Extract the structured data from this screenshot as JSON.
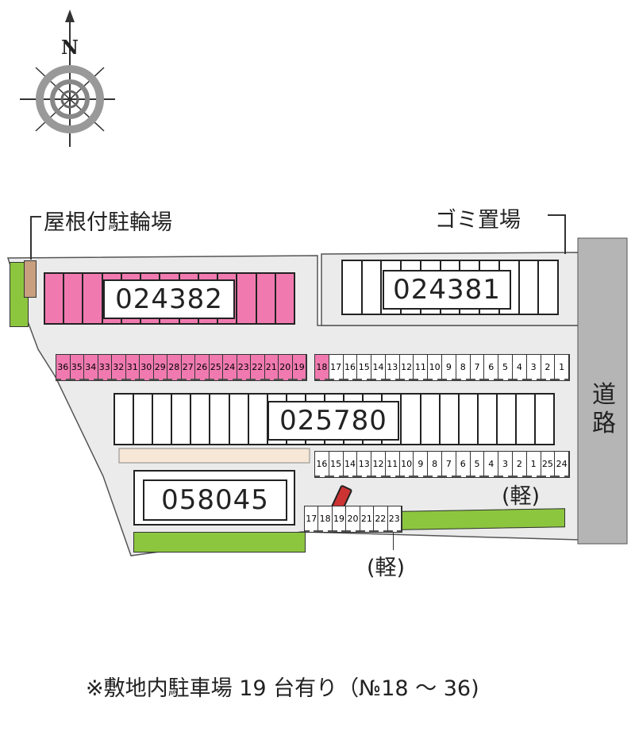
{
  "compass": {
    "north_label": "N"
  },
  "labels": {
    "bicycle_parking": "屋根付駐輪場",
    "garbage": "ゴミ置場",
    "road": "道路",
    "kei_1": "(軽)",
    "kei_2": "(軽)"
  },
  "buildings": [
    {
      "id": "024382"
    },
    {
      "id": "024381"
    },
    {
      "id": "025780"
    },
    {
      "id": "058045"
    }
  ],
  "parking_row_top": {
    "pink": [
      "36",
      "35",
      "34",
      "33",
      "32",
      "31",
      "30",
      "29",
      "28",
      "27",
      "26",
      "25",
      "24",
      "23",
      "22",
      "21",
      "20",
      "19"
    ],
    "pink_single": "18",
    "white": [
      "17",
      "16",
      "15",
      "14",
      "13",
      "12",
      "11",
      "10",
      "9",
      "8",
      "7",
      "6",
      "5",
      "4",
      "3",
      "2",
      "1"
    ]
  },
  "parking_row_mid": [
    "16",
    "15",
    "14",
    "13",
    "12",
    "11",
    "10",
    "9",
    "8",
    "7",
    "6",
    "5",
    "4",
    "3",
    "2",
    "1",
    "25",
    "24"
  ],
  "parking_row_low": [
    "17",
    "18",
    "19",
    "20",
    "21",
    "22",
    "23"
  ],
  "footer": "※敷地内駐車場 19 台有り（№18 ～ 36)",
  "colors": {
    "pink": "#f07ab0",
    "green": "#8cc63f",
    "ground": "#ebebeb",
    "road": "#b5b5b5"
  }
}
